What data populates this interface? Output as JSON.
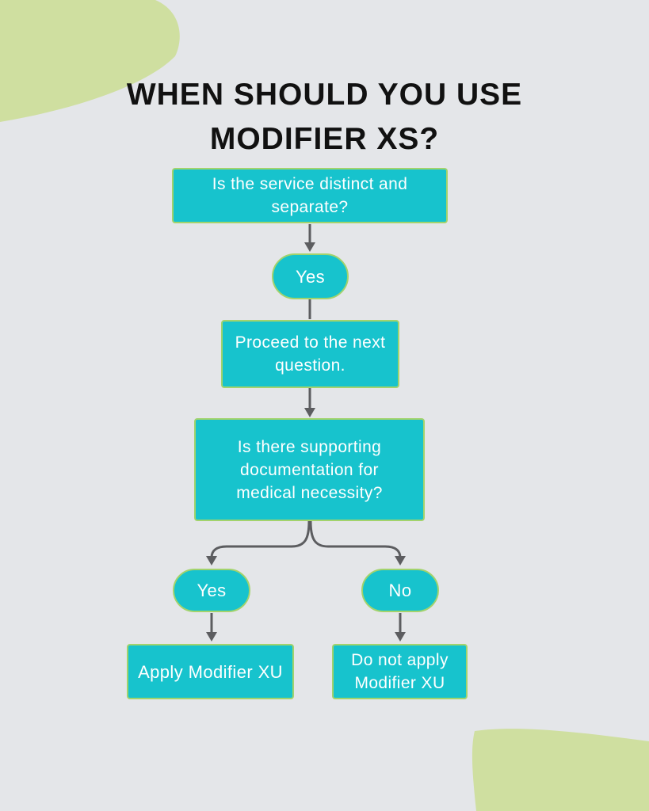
{
  "colors": {
    "bg": "#e4e6e9",
    "teal": "#17c3cd",
    "node-border": "#a2d36c",
    "node-text": "#ffffff",
    "arrow": "#5c5d60",
    "blob": "#cfdfa0",
    "title": "#111111"
  },
  "title": {
    "line1": "WHEN SHOULD YOU USE",
    "line2": "MODIFIER XS?"
  },
  "flowchart": {
    "nodes": [
      {
        "id": "q1",
        "shape": "rect",
        "label": "Is the service distinct and separate?"
      },
      {
        "id": "yes1",
        "shape": "pill",
        "label": "Yes"
      },
      {
        "id": "proceed",
        "shape": "rect",
        "label": "Proceed to the next question."
      },
      {
        "id": "q2",
        "shape": "rect",
        "label": "Is there supporting documentation for medical necessity?"
      },
      {
        "id": "yes2",
        "shape": "pill",
        "label": "Yes"
      },
      {
        "id": "no",
        "shape": "pill",
        "label": "No"
      },
      {
        "id": "apply",
        "shape": "rect",
        "label": "Apply Modifier XU"
      },
      {
        "id": "noapply",
        "shape": "rect",
        "label": "Do not apply Modifier XU"
      }
    ],
    "edges": [
      {
        "from": "q1",
        "to": "yes1",
        "arrow": true
      },
      {
        "from": "yes1",
        "to": "proceed",
        "arrow": false
      },
      {
        "from": "proceed",
        "to": "q2",
        "arrow": true
      },
      {
        "from": "q2",
        "to": "yes2",
        "arrow": true
      },
      {
        "from": "q2",
        "to": "no",
        "arrow": true
      },
      {
        "from": "yes2",
        "to": "apply",
        "arrow": true
      },
      {
        "from": "no",
        "to": "noapply",
        "arrow": true
      }
    ]
  }
}
